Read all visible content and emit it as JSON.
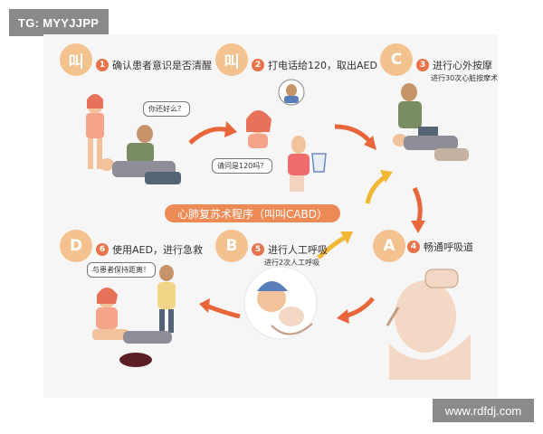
{
  "watermark_top": "TG: MYYJJPP",
  "watermark_bottom": "www.rdfdj.com",
  "center_title": "心肺复苏术程序（叫叫CABD）",
  "steps": [
    {
      "icon": "叫",
      "num": "1",
      "title": "确认患者意识是否清醒",
      "sub": ""
    },
    {
      "icon": "叫",
      "num": "2",
      "title": "打电话给120，取出AED",
      "sub": ""
    },
    {
      "icon": "C",
      "num": "3",
      "title": "进行心外按摩",
      "sub": "进行30次心脏按摩术"
    },
    {
      "icon": "A",
      "num": "4",
      "title": "畅通呼吸道",
      "sub": ""
    },
    {
      "icon": "B",
      "num": "5",
      "title": "进行人工呼吸",
      "sub": "进行2次人工呼吸"
    },
    {
      "icon": "D",
      "num": "6",
      "title": "使用AED，进行急救",
      "sub": ""
    }
  ],
  "bubbles": {
    "b1": "你还好么？",
    "b2": "请问是120吗？",
    "b3": "与患者保持距离！"
  },
  "colors": {
    "accent": "#ee8a55",
    "arrow_orange": "#e9663b",
    "arrow_yellow": "#f2b735",
    "icon_bg": "#f3c28e"
  }
}
